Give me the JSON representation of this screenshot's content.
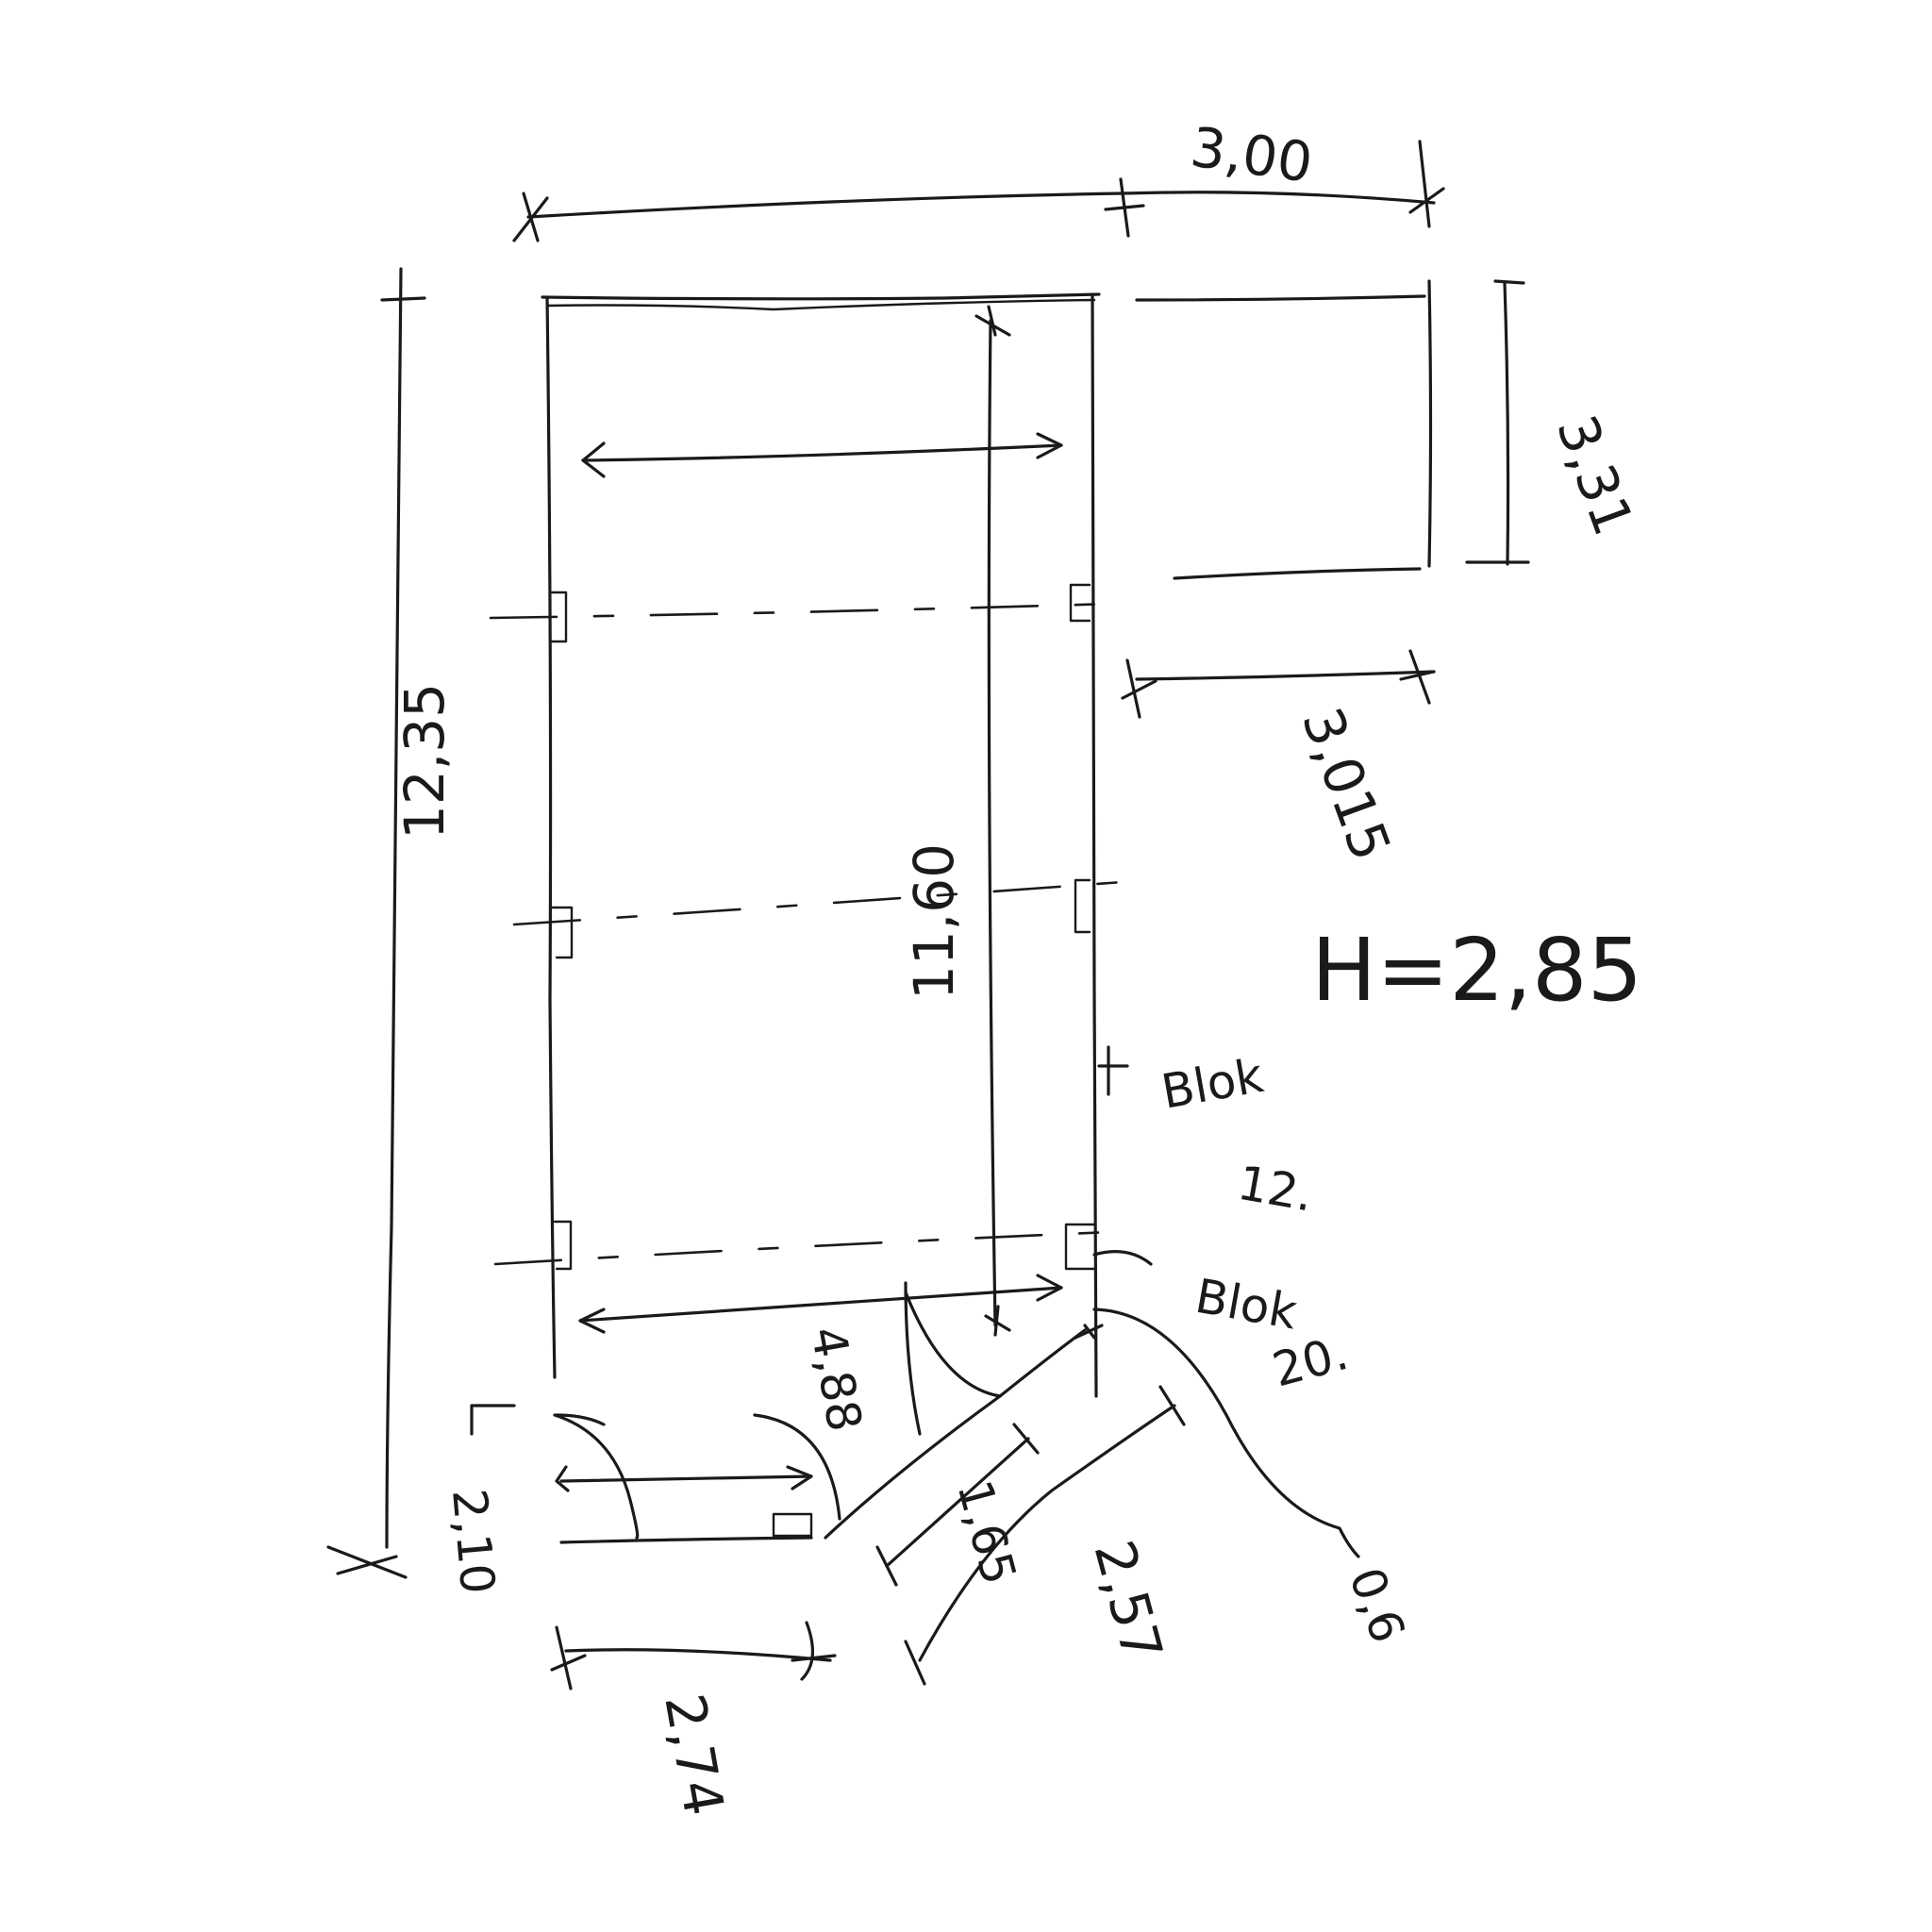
{
  "sketch": {
    "dimensions": {
      "top_annex_width": "3,00",
      "annex_depth": "3,31",
      "annex_offset": "3,015",
      "overall_length": "12,35",
      "inner_length": "11,60",
      "lower_width": "4,88",
      "door_width": "2,10",
      "bottom_width": "2,74",
      "diagonal_short": "1,65",
      "diagonal_long": "2,57",
      "curve_gap": "0,6"
    },
    "height": "H=2,85",
    "notes": {
      "block_upper": "Blok",
      "block_upper_num": "12.",
      "block_lower": "Blok",
      "block_lower_num": "20."
    }
  }
}
